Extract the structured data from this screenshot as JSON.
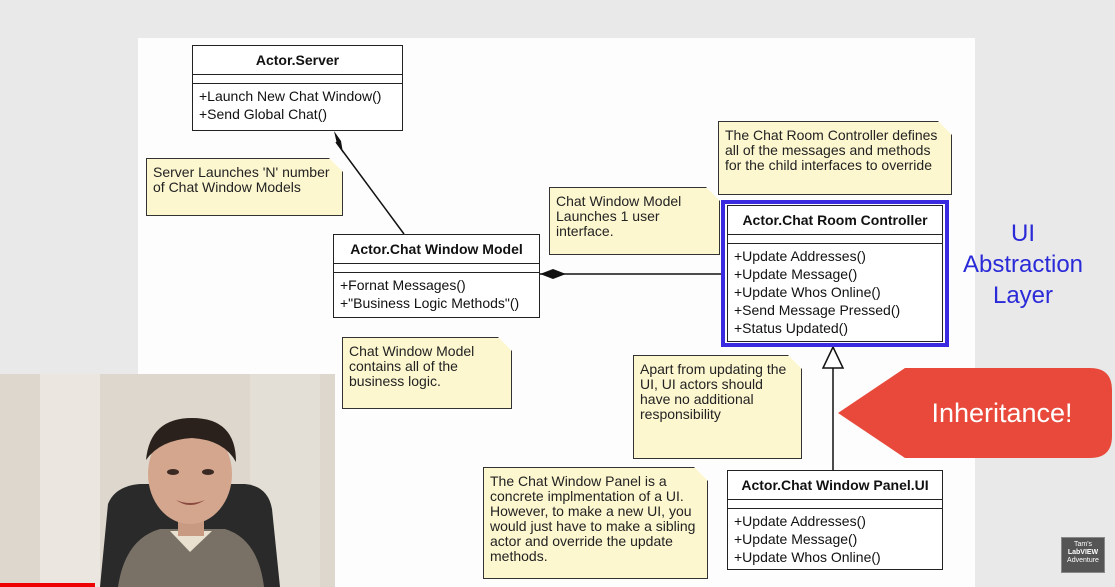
{
  "classes": {
    "server": {
      "title": "Actor.Server",
      "methods": [
        "+Launch New Chat Window()",
        "+Send Global Chat()"
      ]
    },
    "model": {
      "title": "Actor.Chat Window Model",
      "methods": [
        "+Fornat Messages()",
        "+\"Business Logic Methods\"()"
      ]
    },
    "controller": {
      "title": "Actor.Chat Room Controller",
      "methods": [
        "+Update Addresses()",
        "+Update Message()",
        "+Update Whos Online()",
        "+Send Message Pressed()",
        "+Status Updated()"
      ]
    },
    "panel": {
      "title": "Actor.Chat Window Panel.UI",
      "methods": [
        "+Update Addresses()",
        "+Update Message()",
        "+Update Whos Online()"
      ]
    }
  },
  "notes": {
    "server_launches": "Server Launches 'N' number of Chat Window Models",
    "model_launches": "Chat Window Model Launches 1 user interface.",
    "controller_defines": "The Chat Room Controller defines all of the messages and methods for the child interfaces to override",
    "model_logic": "Chat Window Model contains all of the business logic.",
    "ui_actors": "Apart from updating the UI, UI actors should have no additional responsibility",
    "panel_concrete": "The Chat Window Panel is a concrete implmentation of a UI. However, to make a new UI, you would just have to make a sibling actor and override the update methods."
  },
  "labels": {
    "ui_abstraction": [
      "UI",
      "Abstraction",
      "Layer"
    ],
    "inheritance": "Inheritance!"
  },
  "channel": {
    "logo_lines": [
      "Tam's",
      "LabVIEW",
      "Adventure"
    ]
  },
  "colors": {
    "note_fill": "#fdf7d0",
    "highlight": "#3b2be0",
    "callout": "#e8493a",
    "label_blue": "#2a2ad8"
  }
}
